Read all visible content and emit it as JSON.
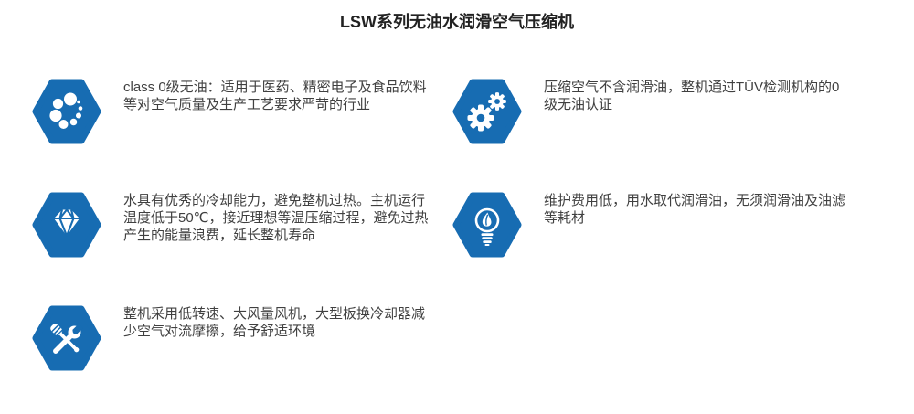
{
  "page": {
    "title": "LSW系列无油水润滑空气压缩机"
  },
  "features": [
    {
      "icon": "bubbles-icon",
      "text": "class 0级无油：适用于医药、精密电子及食品饮料等对空气质量及生产工艺要求严苛的行业"
    },
    {
      "icon": "gears-icon",
      "text": "压缩空气不含润滑油，整机通过TÜV检测机构的0级无油认证"
    },
    {
      "icon": "diamond-icon",
      "text": "水具有优秀的冷却能力，避免整机过热。主机运行温度低于50℃，接近理想等温压缩过程，避免过热产生的能量浪费，延长整机寿命"
    },
    {
      "icon": "bulb-icon",
      "text": "维护费用低，用水取代润滑油，无须润滑油及油滤等耗材"
    },
    {
      "icon": "tools-icon",
      "text": "整机采用低转速、大风量风机，大型板换冷却器减少空气对流摩擦，给予舒适环境"
    }
  ],
  "colors": {
    "hexagon_blue": "#176cb2",
    "body_text": "#404040",
    "title_text": "#222222",
    "icon_glyph": "#ffffff"
  }
}
